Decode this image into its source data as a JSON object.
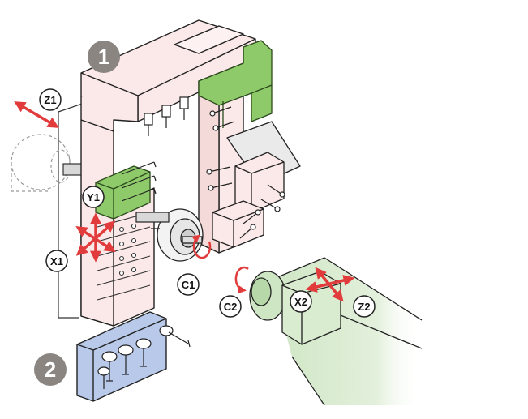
{
  "markers": {
    "one": "1",
    "two": "2"
  },
  "axes": {
    "z1": "Z1",
    "y1": "Y1",
    "x1": "X1",
    "c1": "C1",
    "c2": "C2",
    "x2": "X2",
    "z2": "Z2"
  },
  "colors": {
    "frame_fill": "#fbe8e8",
    "frame_stroke": "#222222",
    "green_tool": "#8ec96a",
    "green_tool_dark": "#5f9e3c",
    "blue_block": "#b9c9ea",
    "spindle_green": "#cfe6c4",
    "arrow_red": "#e23b3b",
    "marker_gray": "#8a8580"
  }
}
